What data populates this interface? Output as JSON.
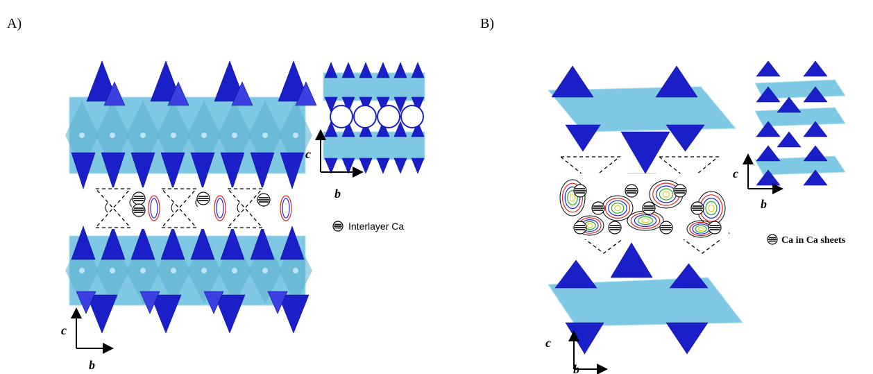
{
  "panels": {
    "a": {
      "label": "A)",
      "axis_main": {
        "vertical": "c",
        "horizontal": "b"
      },
      "axis_inset": {
        "vertical": "c",
        "horizontal": "b"
      },
      "legend": "Interlayer Ca"
    },
    "b": {
      "label": "B)",
      "axis_main": {
        "vertical": "c",
        "horizontal": "b"
      },
      "axis_inset": {
        "vertical": "c",
        "horizontal": "b"
      },
      "legend": "Ca in Ca sheets"
    }
  },
  "colors": {
    "octahedra": "#78c6e2",
    "tetrahedra": "#1a1fc8",
    "contour_red": "#e02020",
    "contour_blue": "#2020e0"
  },
  "icons": {
    "ca_atom": "circle-with-horizontal-lines-icon"
  }
}
